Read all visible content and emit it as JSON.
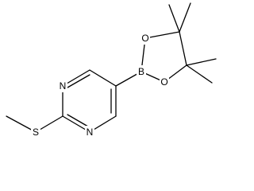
{
  "molecule": {
    "atoms": {
      "n_upper": "N",
      "n_lower": "N",
      "sulfur": "S",
      "boron": "B",
      "o_upper": "O",
      "o_lower": "O"
    }
  }
}
